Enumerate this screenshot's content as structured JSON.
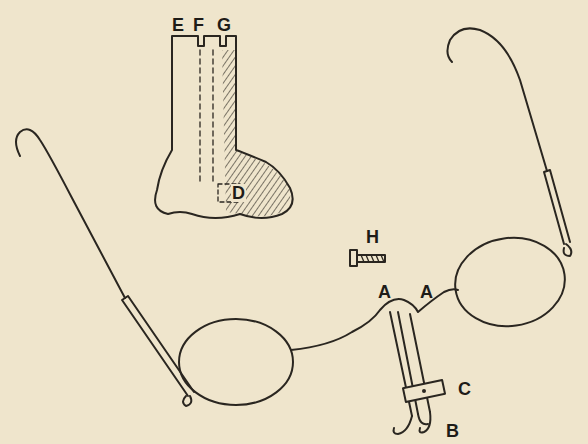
{
  "diagram": {
    "labels": [
      "E",
      "F",
      "G",
      "D",
      "H",
      "A",
      "A",
      "C",
      "B"
    ]
  }
}
